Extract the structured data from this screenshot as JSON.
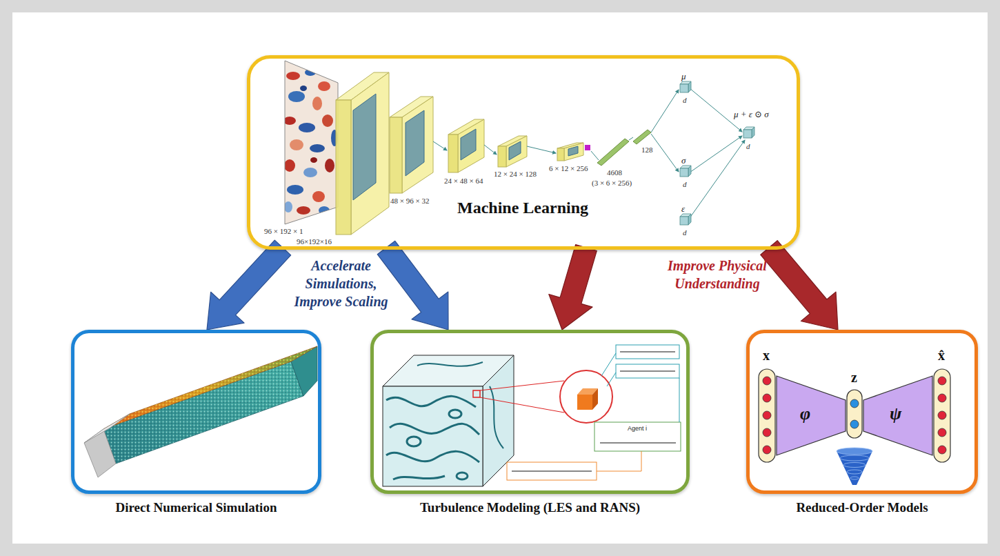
{
  "diagram": {
    "nodes": [
      {
        "text": [
          "Machine Learning"
        ]
      },
      {
        "text": [
          "Direct Numerical Simulation"
        ]
      },
      {
        "text": [
          "Turbulence Modeling (LES and RANS)"
        ]
      },
      {
        "text": [
          "Reduced-Order Models"
        ]
      }
    ],
    "edges": [
      {
        "from": 0,
        "to": 1,
        "arrow": "to"
      },
      {
        "from": 0,
        "to": 2,
        "arrow": "to"
      },
      {
        "from": 0,
        "to": 2,
        "arrow": "to"
      },
      {
        "from": 0,
        "to": 3,
        "arrow": "to"
      }
    ],
    "labels": [
      "96 × 192 × 1",
      "96×192×16",
      "48 × 96 × 32",
      "24 × 48 × 64",
      "12 × 24 × 128",
      "6 × 12 × 256",
      "4608",
      "(3 × 6 × 256)",
      "128",
      "μ",
      "d",
      "σ",
      "d",
      "ε",
      "d",
      "μ + ε ⊙ σ",
      "d",
      "Accelerate Simulations, Improve Scaling",
      "Improve Physical Understanding",
      "x",
      "z",
      "x̂",
      "φ",
      "ψ",
      "Agent i"
    ]
  }
}
